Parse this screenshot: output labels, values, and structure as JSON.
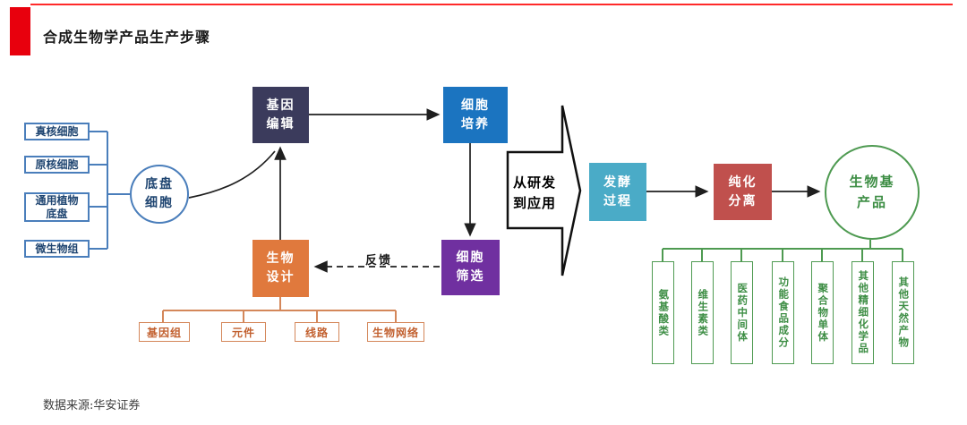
{
  "header": {
    "title": "合成生物学产品生产步骤"
  },
  "footer": {
    "source": "数据来源:华安证券"
  },
  "colors": {
    "accent_red": "#e8000d",
    "gene_editing_navy": "#3b3b5c",
    "cell_culture_blue": "#1b74c0",
    "cell_screening_purple": "#7030a0",
    "bio_design_orange": "#e0793d",
    "fermentation_teal": "#4aabc7",
    "purification_red": "#c0504d",
    "chassis_blue": "#4a7ebb",
    "product_green": "#4e9a51",
    "design_tree_orange": "#d4875a"
  },
  "chassis": {
    "inputs": [
      "真核细胞",
      "原核细胞",
      "通用植物\n底盘",
      "微生物组"
    ],
    "circle_label": "底盘\n细胞"
  },
  "cycle": {
    "gene_editing": "基因\n编辑",
    "cell_culture": "细胞\n培养",
    "cell_screening": "细胞\n筛选",
    "bio_design": "生物\n设计",
    "feedback_label": "反馈",
    "design_elements": [
      "基因组",
      "元件",
      "线路",
      "生物网络"
    ]
  },
  "transition": {
    "label": "从研发\n到应用"
  },
  "production": {
    "fermentation": "发酵\n过程",
    "purification": "纯化\n分离",
    "product_circle": "生物基\n产品",
    "products": [
      "氨基酸类",
      "维生素类",
      "医药中间体",
      "功能食品成分",
      "聚合物单体",
      "其他精细化学品",
      "其他天然产物"
    ]
  }
}
